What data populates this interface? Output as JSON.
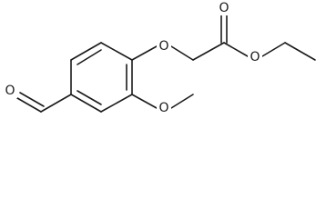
{
  "molecule": {
    "atoms": {
      "aldehyde_oxygen": "O",
      "ether_oxygen": "O",
      "ester_carbonyl_oxygen": "O",
      "ester_alkoxy_oxygen": "O",
      "methoxy_oxygen": "O"
    }
  },
  "colors": {
    "bond": "#1a1a1a",
    "background": "#ffffff"
  }
}
